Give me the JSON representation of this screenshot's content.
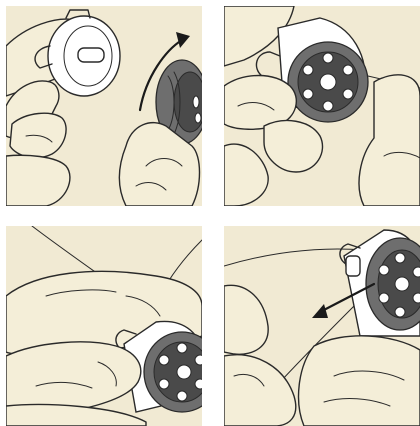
{
  "panels": [
    {
      "id": "step-1",
      "icons": [
        "hand-icon",
        "bobbin-case-icon",
        "bobbin-icon",
        "curved-arrow-icon"
      ]
    },
    {
      "id": "step-2",
      "icons": [
        "hand-icon",
        "bobbin-case-icon",
        "bobbin-icon"
      ]
    },
    {
      "id": "step-3",
      "icons": [
        "hand-icon",
        "bobbin-case-icon",
        "bobbin-icon",
        "thread-icon"
      ]
    },
    {
      "id": "step-4",
      "icons": [
        "hand-icon",
        "bobbin-case-icon",
        "bobbin-icon",
        "thread-icon",
        "pull-arrow-icon"
      ]
    }
  ],
  "colors": {
    "panel_background": "#f1ead3",
    "line": "#2a2a2a",
    "bobbin": "#6e6e6e",
    "case": "#ffffff"
  }
}
